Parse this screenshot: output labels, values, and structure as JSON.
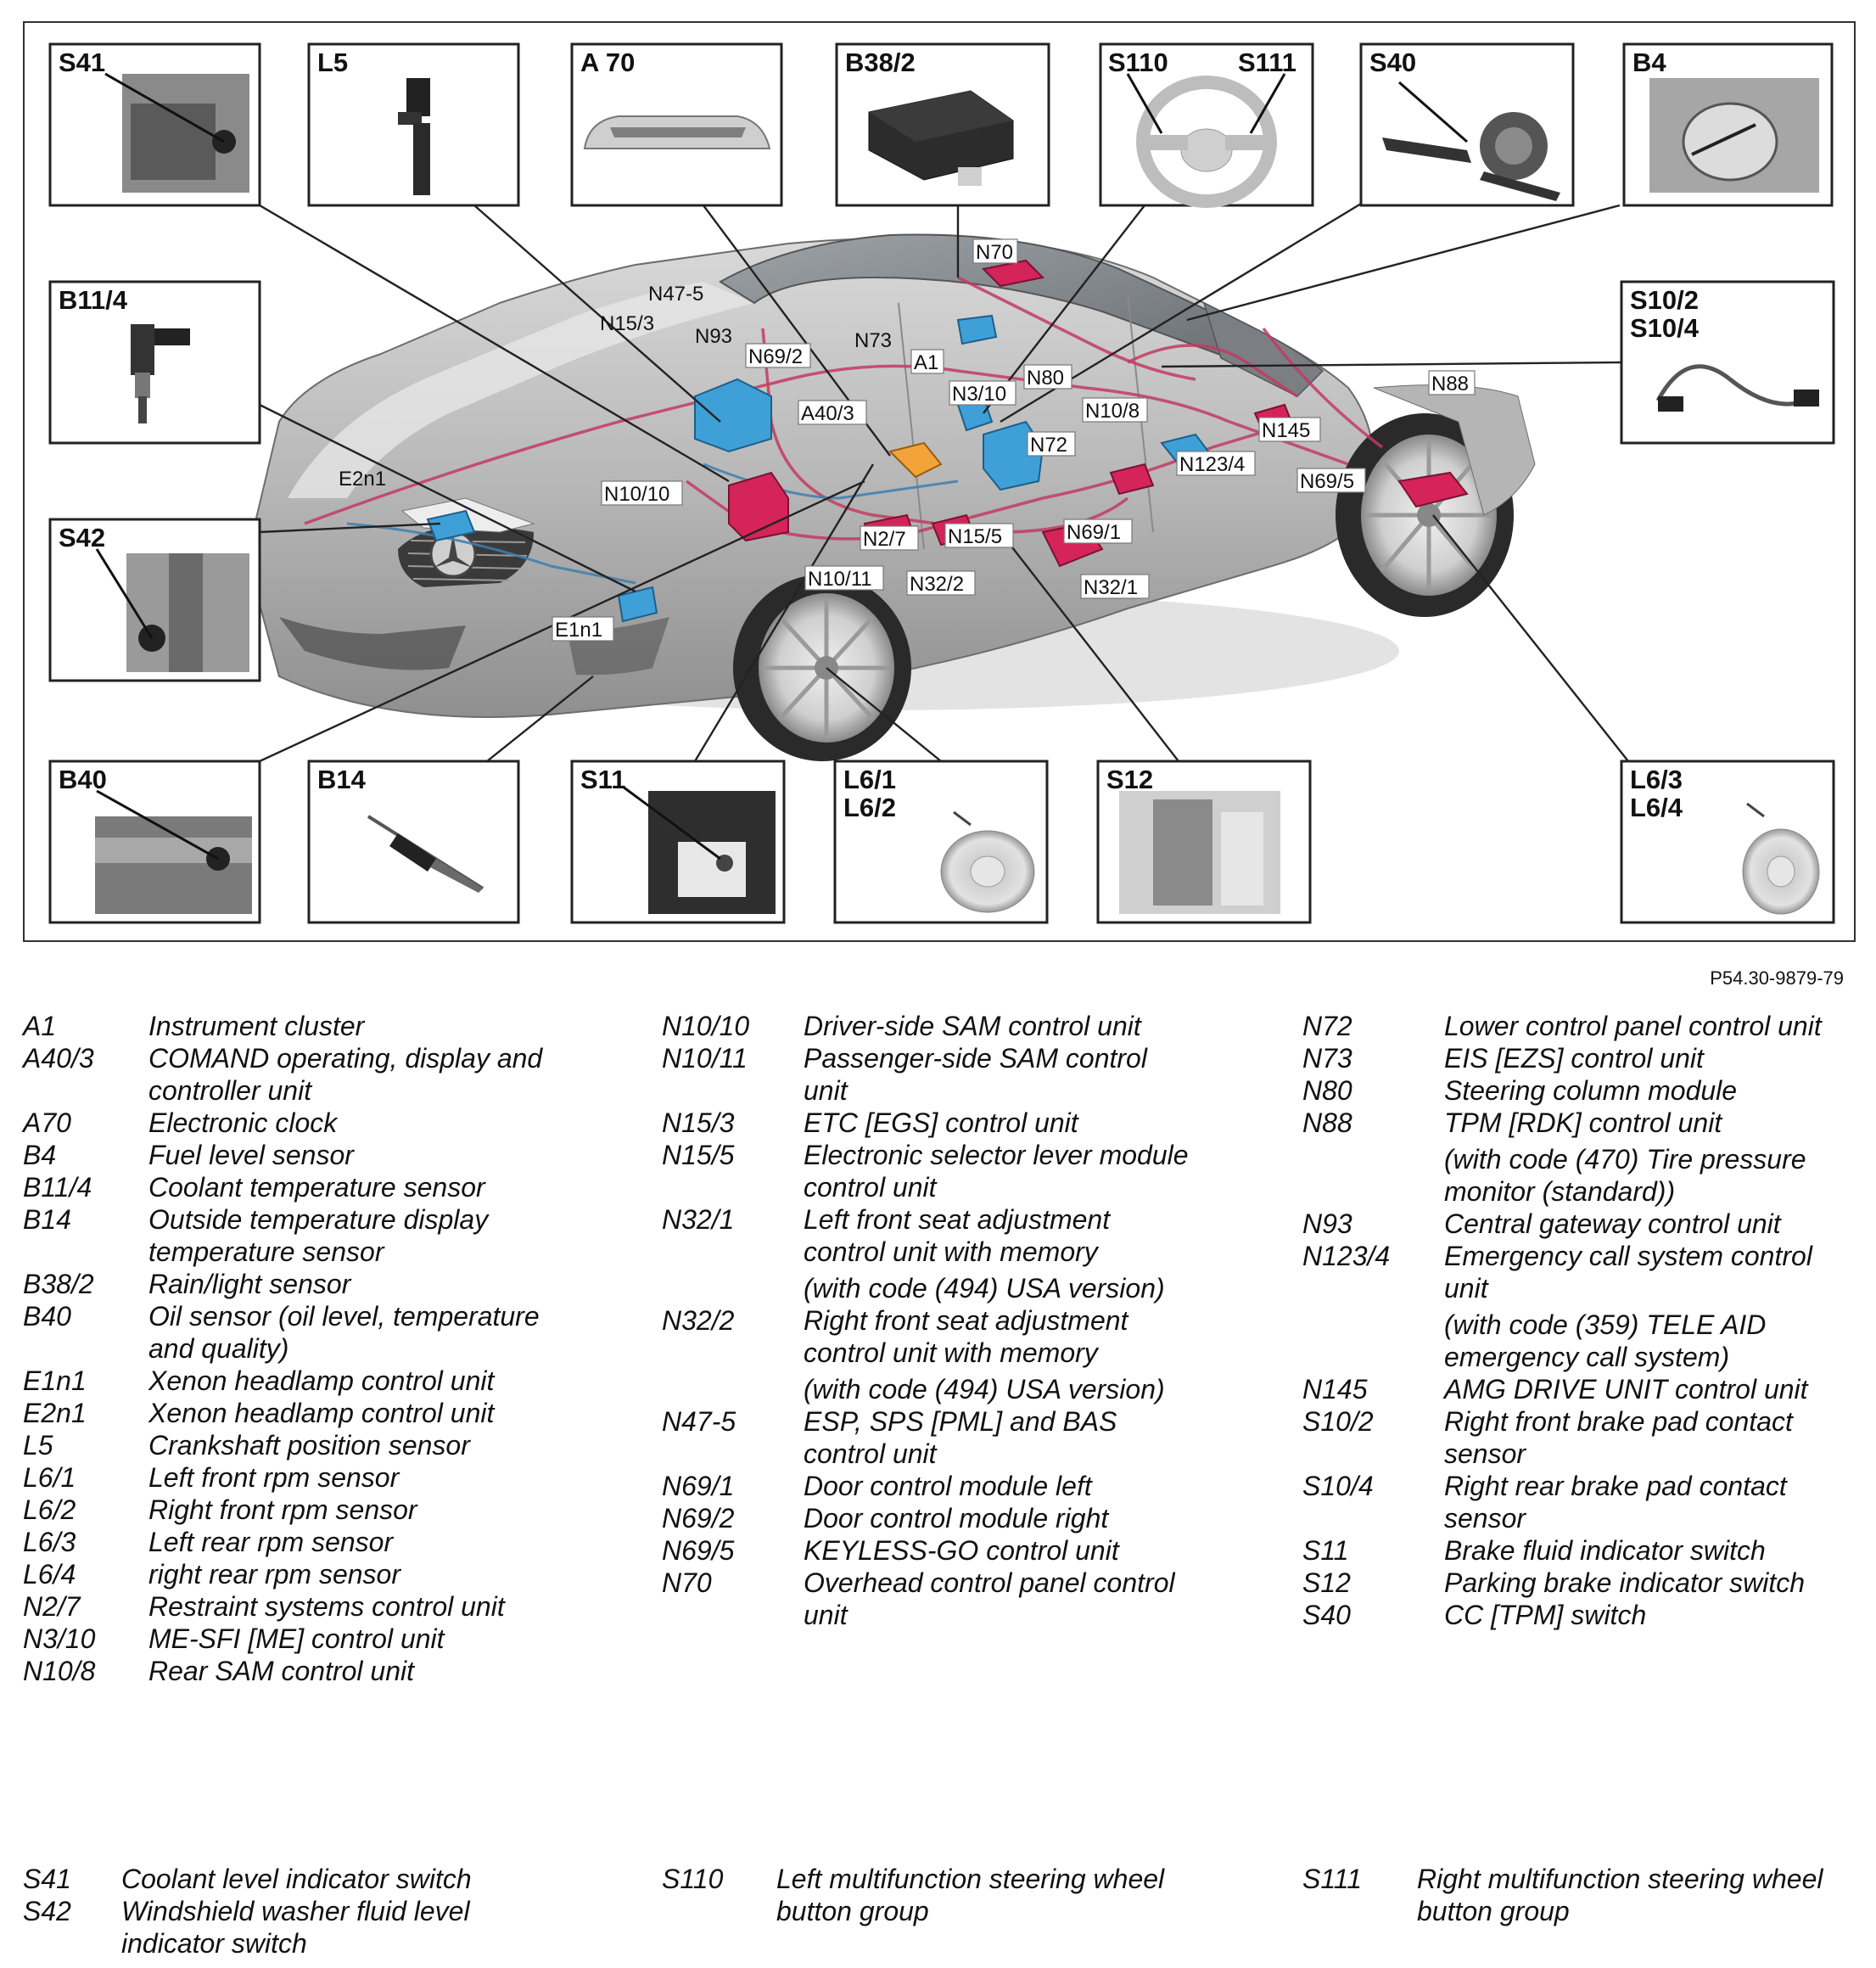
{
  "reference": "P54.30-9879-79",
  "boxes": {
    "s41": "S41",
    "l5": "L5",
    "a70": "A 70",
    "b38_2": "B38/2",
    "s110": "S110",
    "s111": "S111",
    "s40": "S40",
    "b4": "B4",
    "b11_4": "B11/4",
    "s10_2": "S10/2",
    "s10_4": "S10/4",
    "s42": "S42",
    "b40": "B40",
    "b14": "B14",
    "s11": "S11",
    "l6_1": "L6/1",
    "l6_2": "L6/2",
    "s12": "S12",
    "l6_3": "L6/3",
    "l6_4": "L6/4"
  },
  "callouts": {
    "n70": "N70",
    "n47_5": "N47-5",
    "n15_3": "N15/3",
    "n93": "N93",
    "n69_2": "N69/2",
    "n73": "N73",
    "a1": "A1",
    "n80": "N80",
    "n3_10": "N3/10",
    "a40_3": "A40/3",
    "n10_8": "N10/8",
    "n72": "N72",
    "n88": "N88",
    "n145": "N145",
    "n123_4": "N123/4",
    "n69_5": "N69/5",
    "e2n1": "E2n1",
    "n10_10": "N10/10",
    "n2_7": "N2/7",
    "n15_5": "N15/5",
    "n69_1": "N69/1",
    "n10_11": "N10/11",
    "n32_2": "N32/2",
    "n32_1": "N32/1",
    "e1n1": "E1n1"
  },
  "legend": {
    "col1": [
      {
        "code": "A1",
        "desc": [
          "Instrument cluster"
        ]
      },
      {
        "code": "A40/3",
        "desc": [
          "COMAND operating, display and",
          "controller unit"
        ]
      },
      {
        "code": "A70",
        "desc": [
          "Electronic clock"
        ]
      },
      {
        "code": "B4",
        "desc": [
          "Fuel level sensor"
        ]
      },
      {
        "code": "B11/4",
        "desc": [
          "Coolant temperature sensor"
        ]
      },
      {
        "code": "B14",
        "desc": [
          "Outside temperature display",
          "temperature sensor"
        ]
      },
      {
        "code": "B38/2",
        "desc": [
          "Rain/light sensor"
        ]
      },
      {
        "code": "B40",
        "desc": [
          "Oil sensor (oil level, temperature",
          "and quality)"
        ]
      },
      {
        "code": "E1n1",
        "desc": [
          "Xenon headlamp control unit"
        ]
      },
      {
        "code": "E2n1",
        "desc": [
          "Xenon headlamp control unit"
        ]
      },
      {
        "code": "L5",
        "desc": [
          "Crankshaft position sensor"
        ]
      },
      {
        "code": "L6/1",
        "desc": [
          "Left front rpm sensor"
        ]
      },
      {
        "code": "L6/2",
        "desc": [
          "Right front rpm sensor"
        ]
      },
      {
        "code": "L6/3",
        "desc": [
          "Left rear rpm sensor"
        ]
      },
      {
        "code": "L6/4",
        "desc": [
          "right rear rpm sensor"
        ]
      },
      {
        "code": "N2/7",
        "desc": [
          "Restraint systems control unit"
        ]
      },
      {
        "code": "N3/10",
        "desc": [
          "ME-SFI [ME] control unit"
        ]
      },
      {
        "code": "N10/8",
        "desc": [
          "Rear SAM control unit"
        ]
      }
    ],
    "col2": [
      {
        "code": "N10/10",
        "desc": [
          "Driver-side SAM control unit"
        ]
      },
      {
        "code": "N10/11",
        "desc": [
          "Passenger-side SAM control",
          "unit"
        ]
      },
      {
        "code": "N15/3",
        "desc": [
          "ETC [EGS] control unit"
        ]
      },
      {
        "code": "N15/5",
        "desc": [
          "Electronic selector lever module",
          "control unit"
        ]
      },
      {
        "code": "N32/1",
        "desc": [
          "Left front seat adjustment",
          "control unit with memory",
          "(with code (494) USA version)"
        ]
      },
      {
        "code": "N32/2",
        "desc": [
          "Right front seat adjustment",
          "control unit with memory",
          "(with code (494) USA version)"
        ]
      },
      {
        "code": "N47-5",
        "desc": [
          "ESP, SPS [PML] and BAS",
          "control unit"
        ]
      },
      {
        "code": "N69/1",
        "desc": [
          "Door control module left"
        ]
      },
      {
        "code": "N69/2",
        "desc": [
          "Door control module right"
        ]
      },
      {
        "code": "N69/5",
        "desc": [
          "KEYLESS-GO control unit"
        ]
      },
      {
        "code": "N70",
        "desc": [
          "Overhead control panel control",
          "unit"
        ]
      }
    ],
    "col3": [
      {
        "code": "N72",
        "desc": [
          "Lower control panel control unit"
        ]
      },
      {
        "code": "N73",
        "desc": [
          "EIS [EZS] control unit"
        ]
      },
      {
        "code": "N80",
        "desc": [
          "Steering column module"
        ]
      },
      {
        "code": "N88",
        "desc": [
          "TPM [RDK] control unit",
          "(with code (470) Tire pressure",
          "monitor (standard))"
        ]
      },
      {
        "code": "N93",
        "desc": [
          "Central gateway control unit"
        ]
      },
      {
        "code": "N123/4",
        "desc": [
          "Emergency call system control",
          "unit",
          "(with code (359) TELE AID",
          "emergency call system)"
        ]
      },
      {
        "code": "N145",
        "desc": [
          "AMG DRIVE UNIT control unit"
        ]
      },
      {
        "code": "S10/2",
        "desc": [
          "Right front brake pad contact",
          "sensor"
        ]
      },
      {
        "code": "S10/4",
        "desc": [
          "Right rear brake pad contact",
          "sensor"
        ]
      },
      {
        "code": "S11",
        "desc": [
          "Brake fluid indicator switch"
        ]
      },
      {
        "code": "S12",
        "desc": [
          "Parking brake indicator switch"
        ]
      },
      {
        "code": "S40",
        "desc": [
          "CC [TPM] switch"
        ]
      }
    ],
    "bottom1": [
      {
        "code": "S41",
        "desc": [
          "Coolant level indicator switch"
        ]
      },
      {
        "code": "S42",
        "desc": [
          "Windshield washer fluid level",
          "indicator switch"
        ]
      }
    ],
    "bottom2": [
      {
        "code": "S110",
        "desc": [
          "Left multifunction steering wheel",
          "button group"
        ]
      }
    ],
    "bottom3": [
      {
        "code": "S111",
        "desc": [
          "Right multifunction steering wheel",
          "button group"
        ]
      }
    ]
  }
}
